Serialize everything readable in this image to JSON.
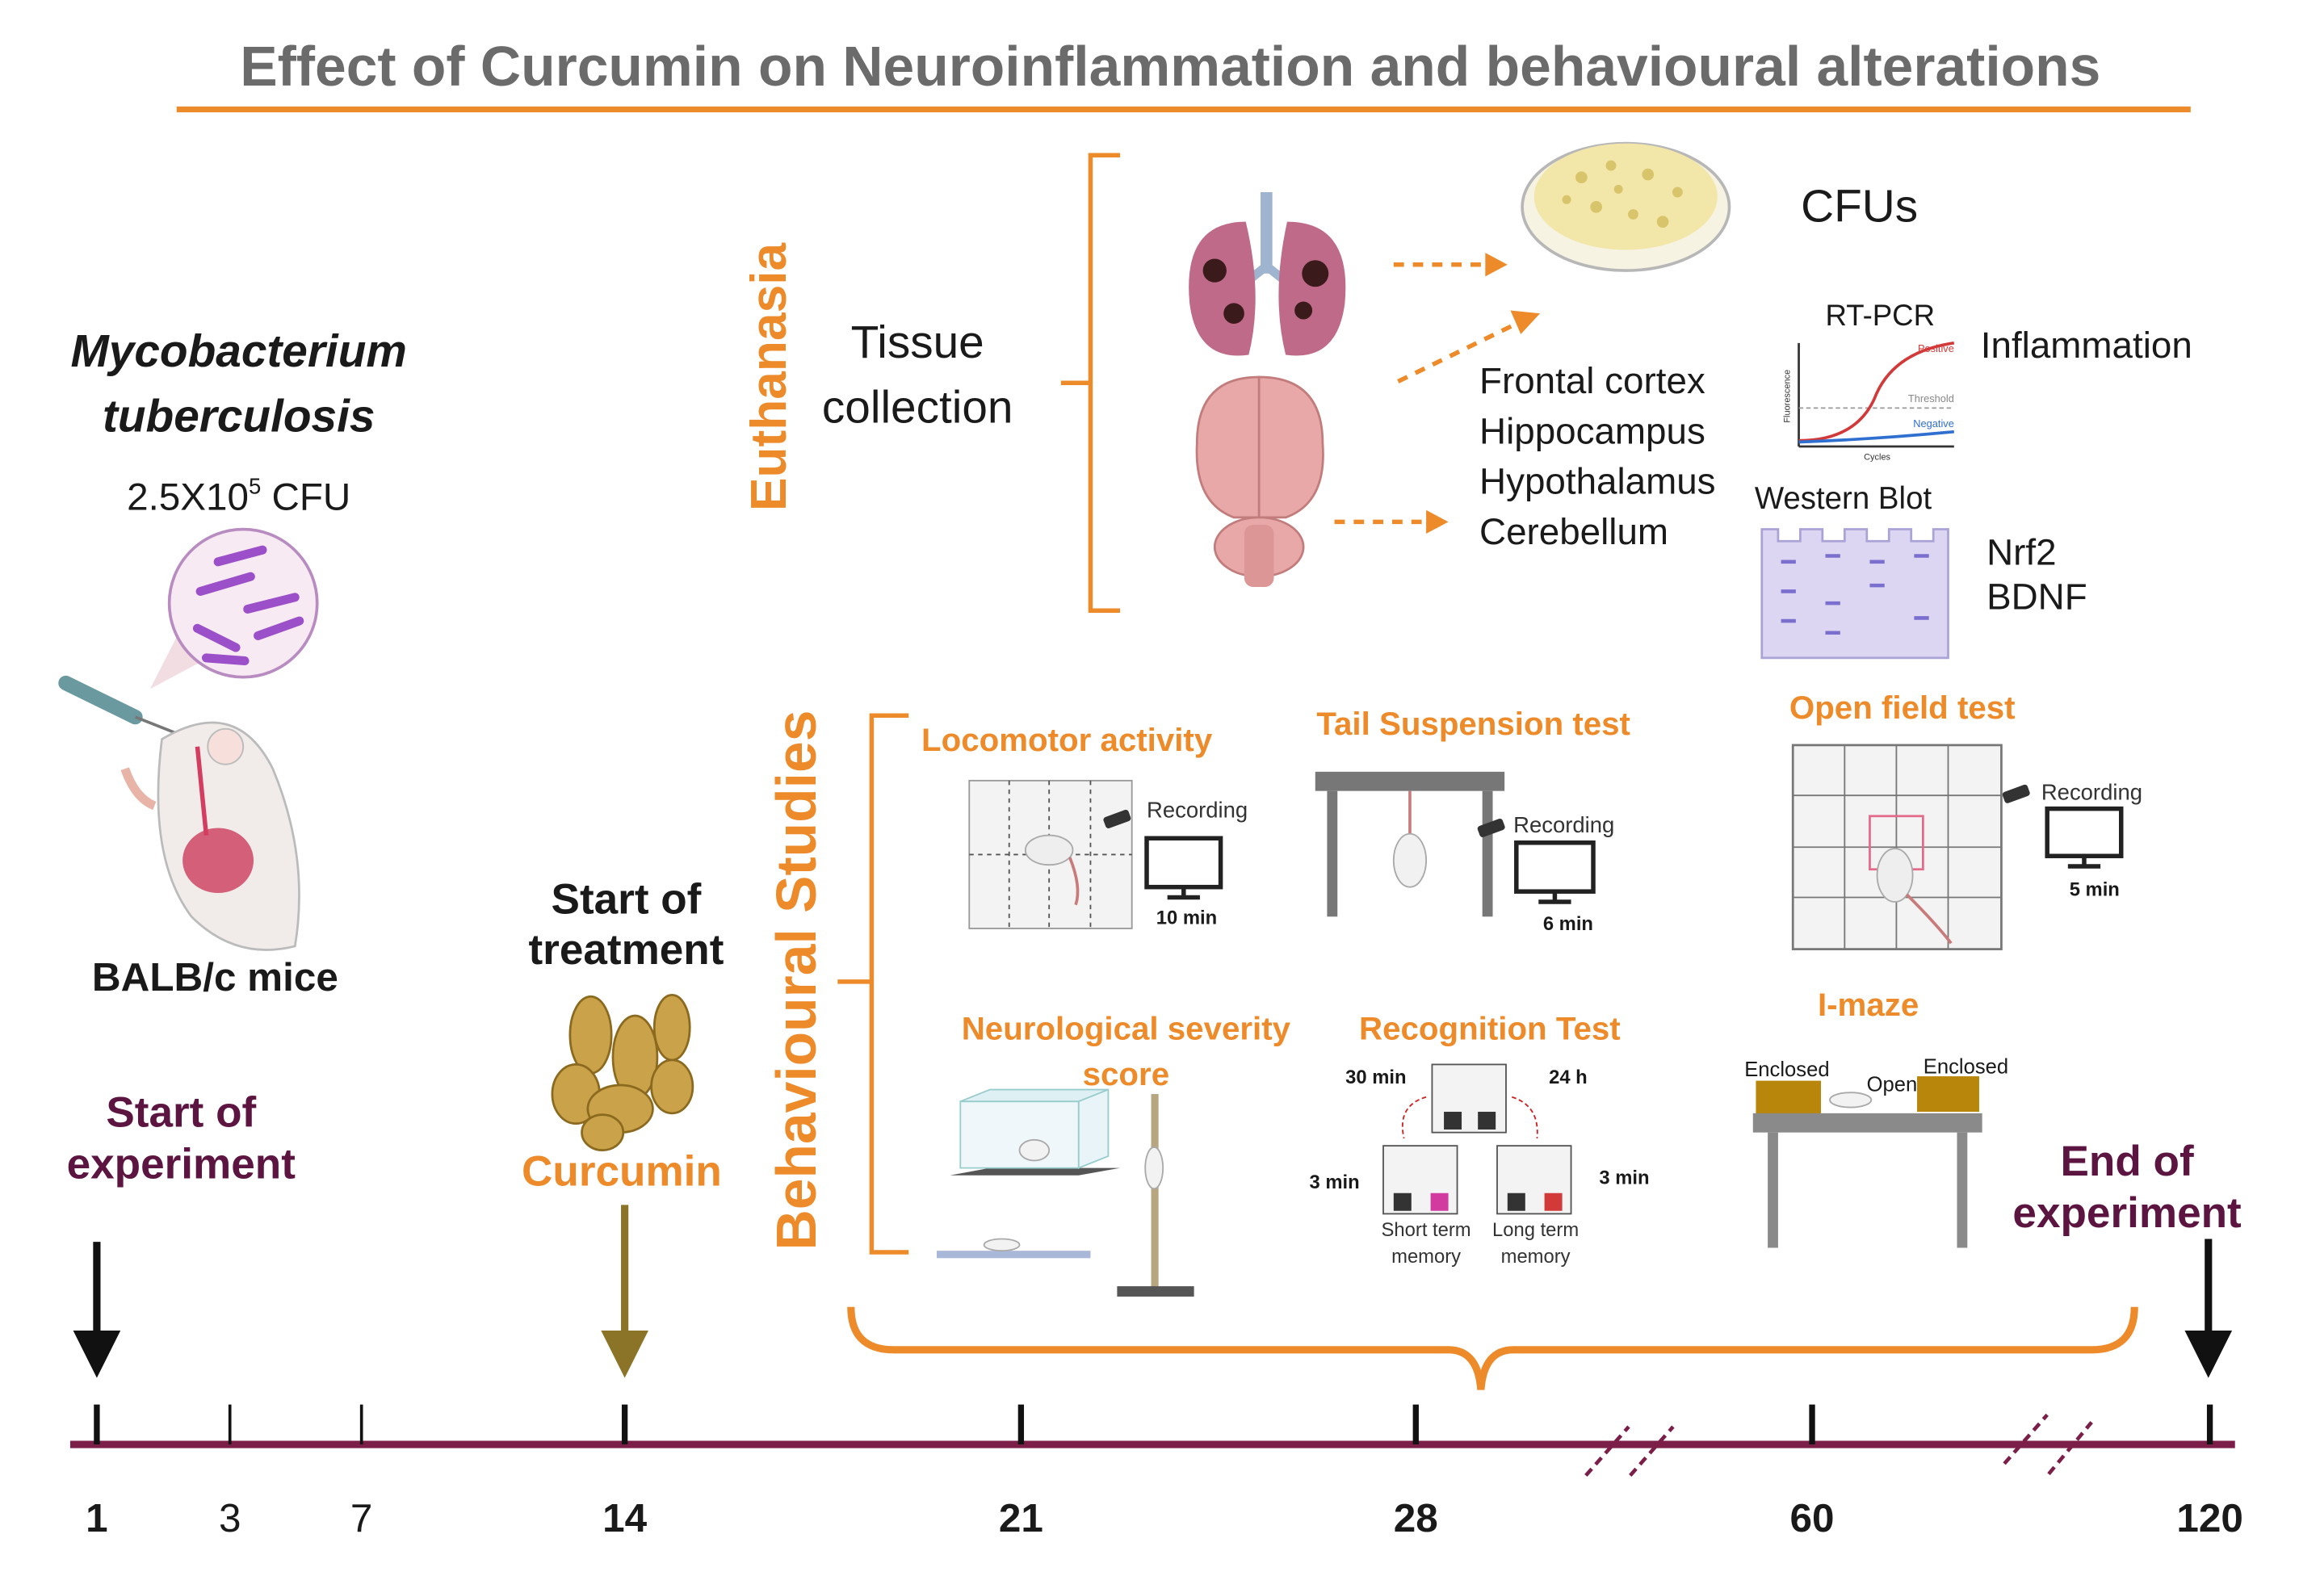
{
  "title": "Effect of Curcumin on Neuroinflammation and behavioural alterations",
  "colors": {
    "orange": "#ED8B2A",
    "gray_text": "#666666",
    "dark": "#1a1a1a",
    "maroon": "#5C1440",
    "olive": "#8B7327",
    "timeline": "#7B1F48",
    "lung": "#C06A8A",
    "brain": "#E8A8A8",
    "purple_bact": "#9B4FC8"
  },
  "left": {
    "pathogen_line1": "Mycobacterium",
    "pathogen_line2": "tuberculosis",
    "dose_prefix": "2.5X10",
    "dose_exp": "5",
    "dose_suffix": " CFU",
    "mice": "BALB/c mice",
    "start_experiment_1": "Start of",
    "start_experiment_2": "experiment"
  },
  "treatment": {
    "line1": "Start of",
    "line2": "treatment",
    "drug": "Curcumin"
  },
  "euthanasia": {
    "label": "Euthanasia",
    "tissue_1": "Tissue",
    "tissue_2": "collection",
    "cfus": "CFUs",
    "regions": [
      "Frontal cortex",
      "Hippocampus",
      "Hypothalamus",
      "Cerebellum"
    ],
    "rtpcr": "RT-PCR",
    "rtpcr_positive": "Positive",
    "rtpcr_threshold": "Threshold",
    "rtpcr_negative": "Negative",
    "rtpcr_xaxis": "Cycles",
    "rtpcr_yaxis": "Fluorescence",
    "inflammation": "Inflammation",
    "western": "Western Blot",
    "nrf2": "Nrf2",
    "bdnf": "BDNF"
  },
  "behaviour": {
    "label": "Behavioural Studies",
    "locomotor": "Locomotor activity",
    "recording": "Recording",
    "loco_time": "10 min",
    "tail": "Tail Suspension test",
    "tail_time": "6 min",
    "open_field": "Open field test",
    "open_time": "5 min",
    "neuro_1": "Neurological severity",
    "neuro_2": "score",
    "recognition": "Recognition Test",
    "rec_30": "30 min",
    "rec_24": "24 h",
    "rec_3a": "3 min",
    "rec_3b": "3 min",
    "short_1": "Short term",
    "short_2": "memory",
    "long_1": "Long term",
    "long_2": "memory",
    "imaze": "I-maze",
    "enclosed_a": "Enclosed",
    "enclosed_b": "Enclosed",
    "open": "Open"
  },
  "end": {
    "line1": "End of",
    "line2": "experiment"
  },
  "timeline": {
    "ticks": [
      "1",
      "3",
      "7",
      "14",
      "21",
      "28",
      "60",
      "120"
    ],
    "bold_ticks": [
      "1",
      "14",
      "21",
      "28",
      "60",
      "120"
    ]
  }
}
